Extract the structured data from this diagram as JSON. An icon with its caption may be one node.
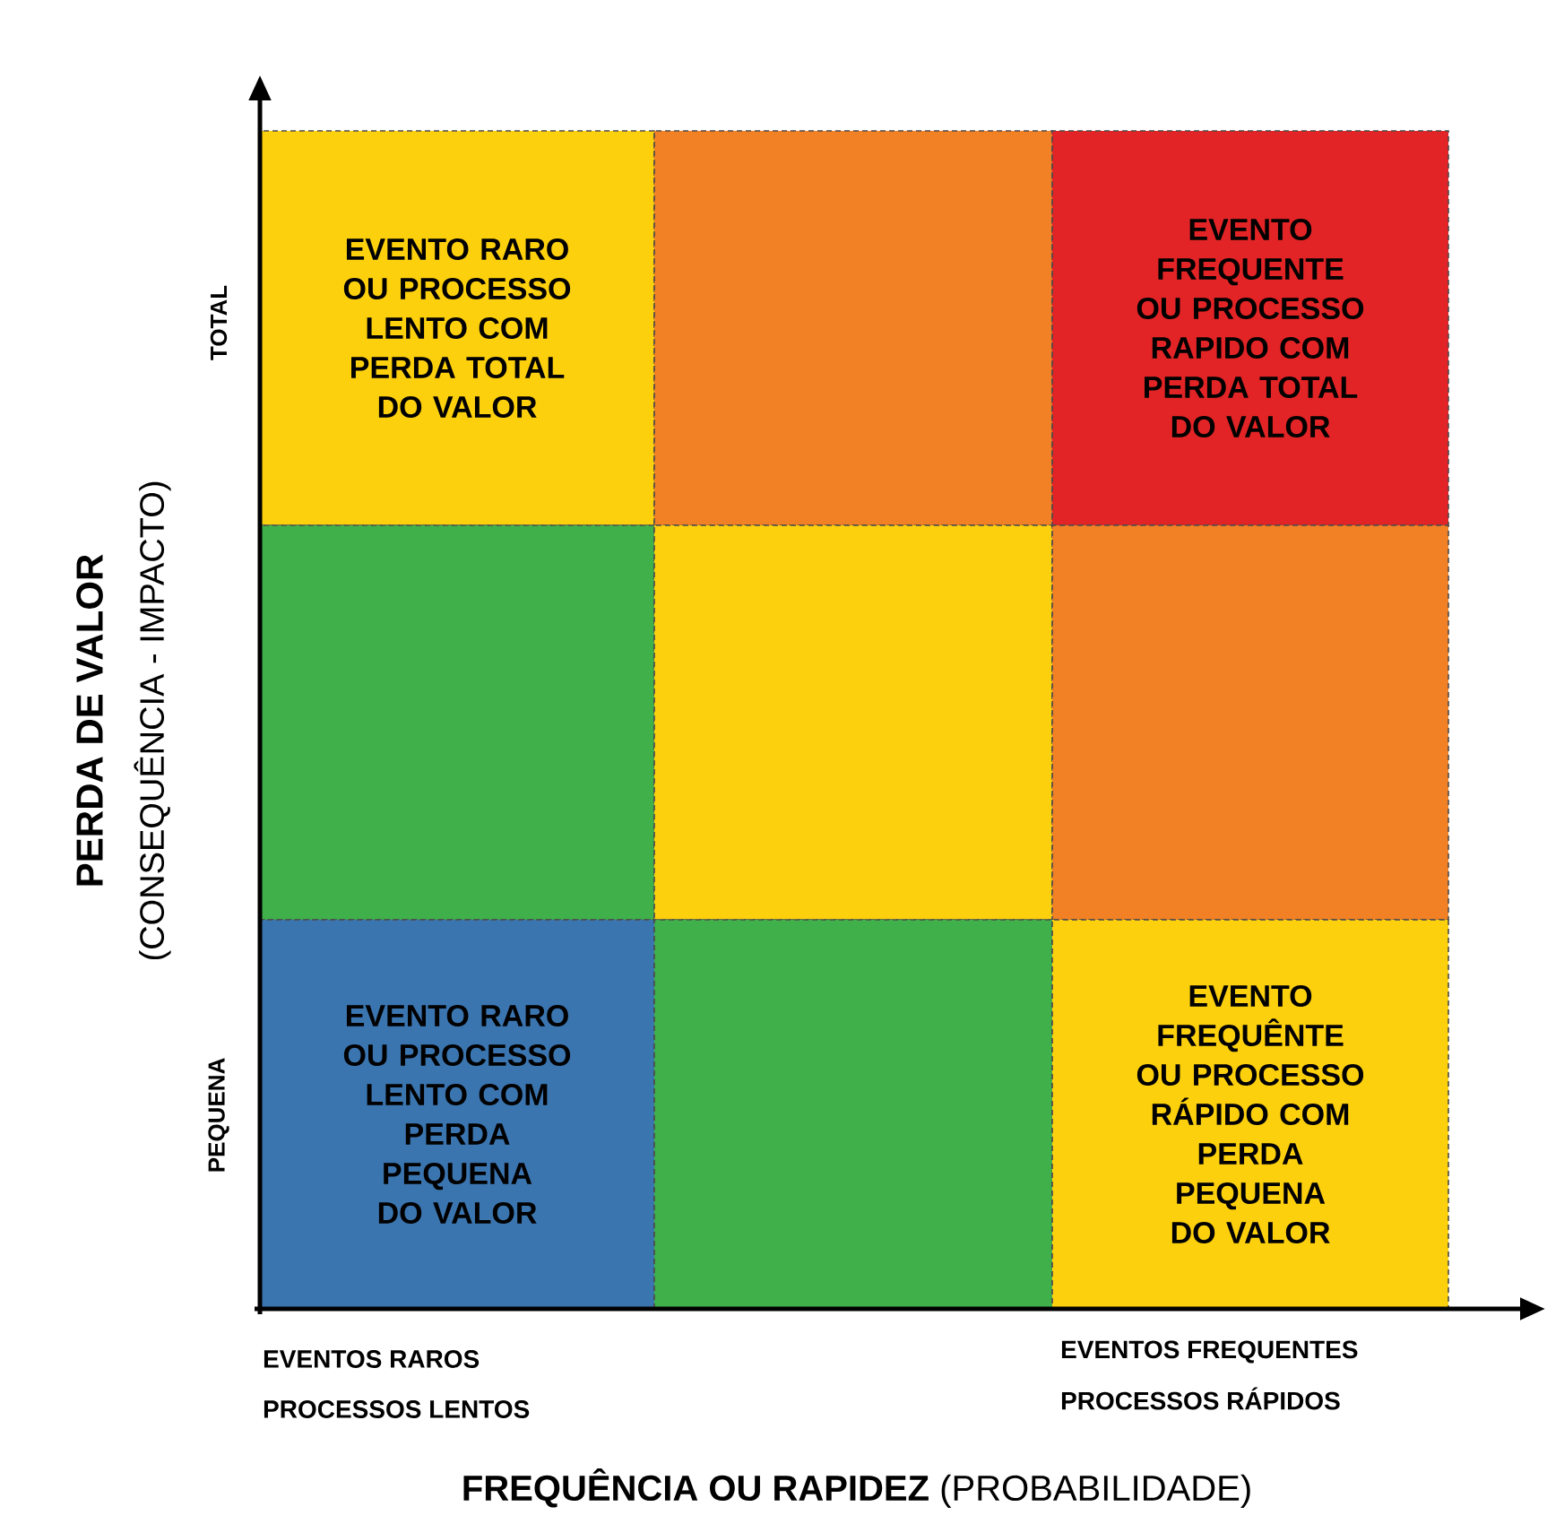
{
  "diagram": {
    "nodes": [
      {
        "text": [
          "EVENTO RARO OU PROCESSO LENTO COM PERDA TOTAL DO VALOR"
        ]
      },
      {
        "text": [],
        "shape": "box"
      },
      {
        "text": [
          "EVENTO FREQUENTE OU PROCESSO RAPIDO COM PERDA TOTAL DO VALOR"
        ]
      },
      {
        "text": [],
        "shape": "box"
      },
      {
        "text": [],
        "shape": "box"
      },
      {
        "text": [],
        "shape": "box"
      },
      {
        "text": [
          "EVENTO RARO OU PROCESSO LENTO COM PERDA PEQUENA DO VALOR"
        ]
      },
      {
        "text": [],
        "shape": "box"
      },
      {
        "text": [
          "EVENTO FREQUÊNTE OU PROCESSO RÁPIDO COM PERDA PEQUENA DO VALOR"
        ]
      }
    ],
    "labels": [
      "PERDA DE VALOR",
      "(CONSEQUÊNCIA - IMPACTO)",
      "TOTAL",
      "PEQUENA",
      "EVENTOS RAROS",
      "PROCESSOS LENTOS",
      "EVENTOS FREQUENTES",
      "PROCESSOS RÁPIDOS",
      "**FREQUÊNCIA OU RAPIDEZ** (PROBABILIDADE)"
    ]
  }
}
